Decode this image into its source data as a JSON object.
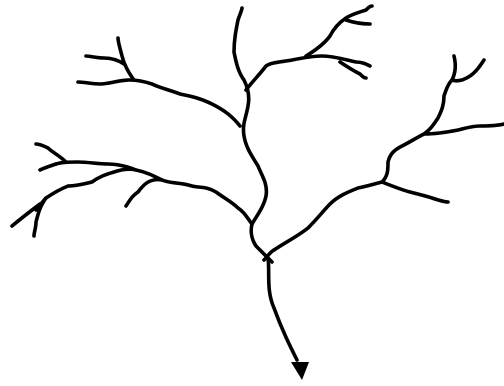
{
  "diagram": {
    "kind": "branching-tree",
    "stroke_color": "#000000",
    "background_color": "#ffffff",
    "arrow": {
      "present": true,
      "direction": "down"
    },
    "branches": [
      "trunk",
      "left-main-branch",
      "center-main-branch",
      "right-main-branch"
    ]
  }
}
